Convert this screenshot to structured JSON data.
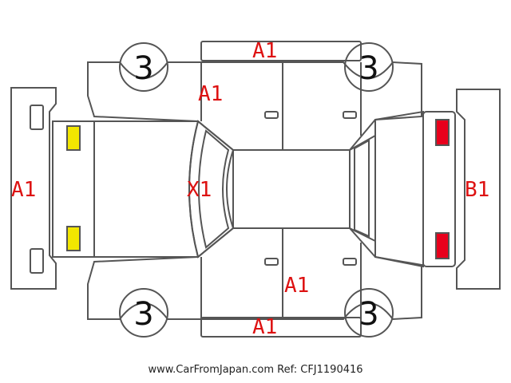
{
  "colors": {
    "outline": "#555555",
    "code": "#dd1111",
    "front_lamp": "#f2e600",
    "rear_lamp": "#e8001c",
    "tyre_number": "#111111"
  },
  "tyres": {
    "front_left": "3",
    "rear_left": "3",
    "front_right": "3",
    "rear_right": "3"
  },
  "damage_codes": {
    "front_bumper": "A1",
    "left_side_top_panel": "A1",
    "left_front_door": "A1",
    "hood": "X1",
    "rear_bumper": "B1",
    "right_rear_door": "A1",
    "right_side_bottom_panel": "A1"
  },
  "footer": {
    "text": "www.CarFromJapan.com Ref: CFJ1190416"
  }
}
